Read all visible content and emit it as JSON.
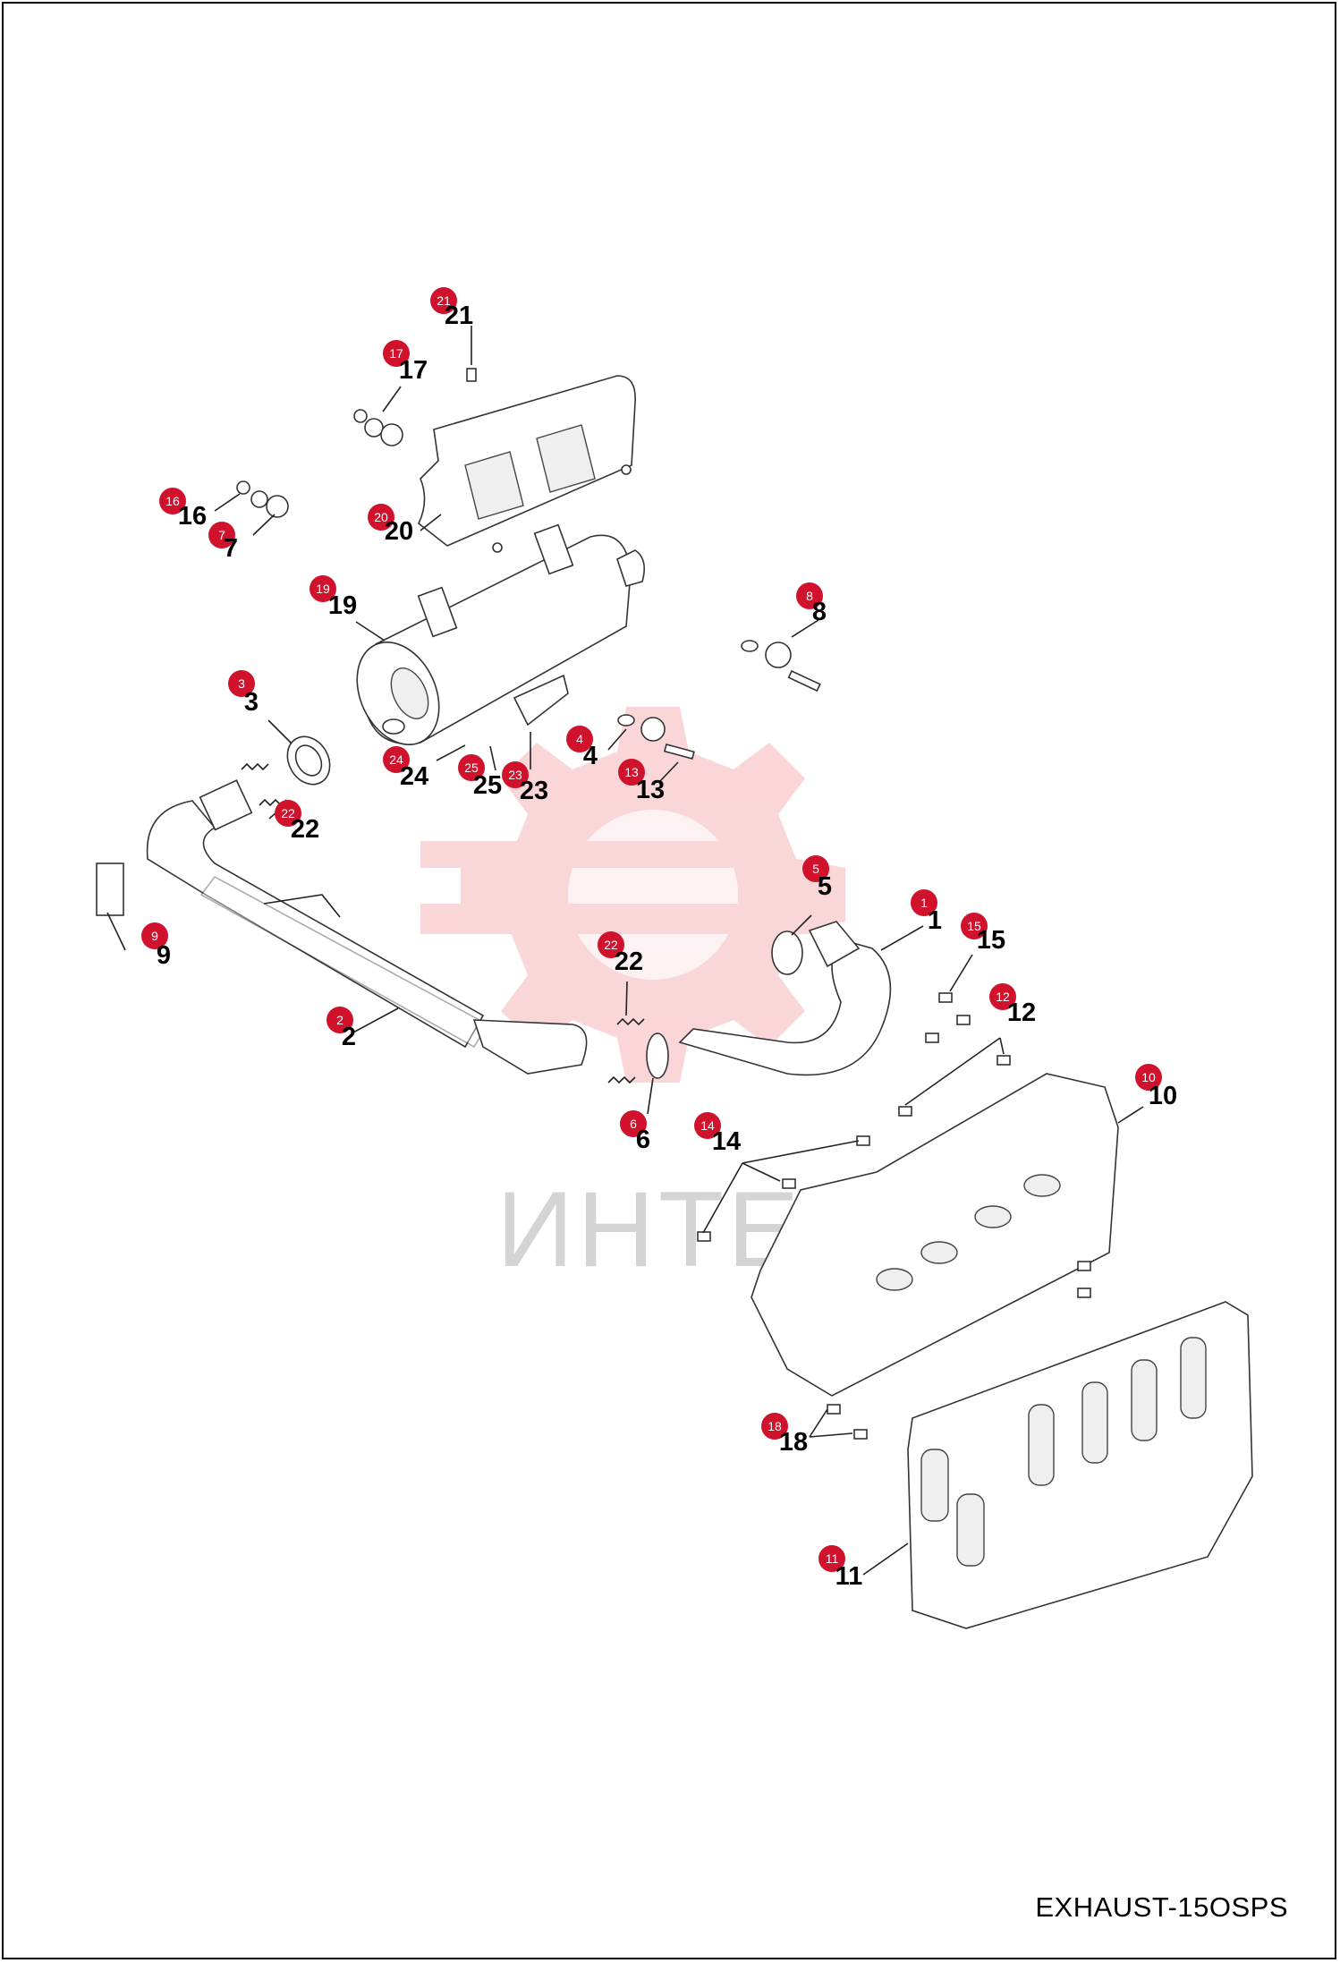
{
  "diagram_code": "EXHAUST-15OSPS",
  "watermark_text": "ИНТЕХ",
  "colors": {
    "callout": "#d0122c",
    "watermark": "#f5b5b9",
    "ink": "#000000"
  },
  "callouts": [
    {
      "id": "c21",
      "bubble": "21",
      "label": "21"
    },
    {
      "id": "c17",
      "bubble": "17",
      "label": "17"
    },
    {
      "id": "c16",
      "bubble": "16",
      "label": "16"
    },
    {
      "id": "c7",
      "bubble": "7",
      "label": "7"
    },
    {
      "id": "c20",
      "bubble": "20",
      "label": "20"
    },
    {
      "id": "c19",
      "bubble": "19",
      "label": "19"
    },
    {
      "id": "c8",
      "bubble": "8",
      "label": "8"
    },
    {
      "id": "c3",
      "bubble": "3",
      "label": "3"
    },
    {
      "id": "c4",
      "bubble": "4",
      "label": "4"
    },
    {
      "id": "c13",
      "bubble": "13",
      "label": "13"
    },
    {
      "id": "c24",
      "bubble": "24",
      "label": "24"
    },
    {
      "id": "c25",
      "bubble": "25",
      "label": "25"
    },
    {
      "id": "c23",
      "bubble": "23",
      "label": "23"
    },
    {
      "id": "c22a",
      "bubble": "22",
      "label": "22"
    },
    {
      "id": "c5",
      "bubble": "5",
      "label": "5"
    },
    {
      "id": "c1",
      "bubble": "1",
      "label": "1"
    },
    {
      "id": "c15",
      "bubble": "15",
      "label": "15"
    },
    {
      "id": "c9",
      "bubble": "9",
      "label": "9"
    },
    {
      "id": "c22b",
      "bubble": "22",
      "label": "22"
    },
    {
      "id": "c12",
      "bubble": "12",
      "label": "12"
    },
    {
      "id": "c2",
      "bubble": "2",
      "label": "2"
    },
    {
      "id": "c10",
      "bubble": "10",
      "label": "10"
    },
    {
      "id": "c6",
      "bubble": "6",
      "label": "6"
    },
    {
      "id": "c14",
      "bubble": "14",
      "label": "14"
    },
    {
      "id": "c18",
      "bubble": "18",
      "label": "18"
    },
    {
      "id": "c11",
      "bubble": "11",
      "label": "11"
    }
  ]
}
